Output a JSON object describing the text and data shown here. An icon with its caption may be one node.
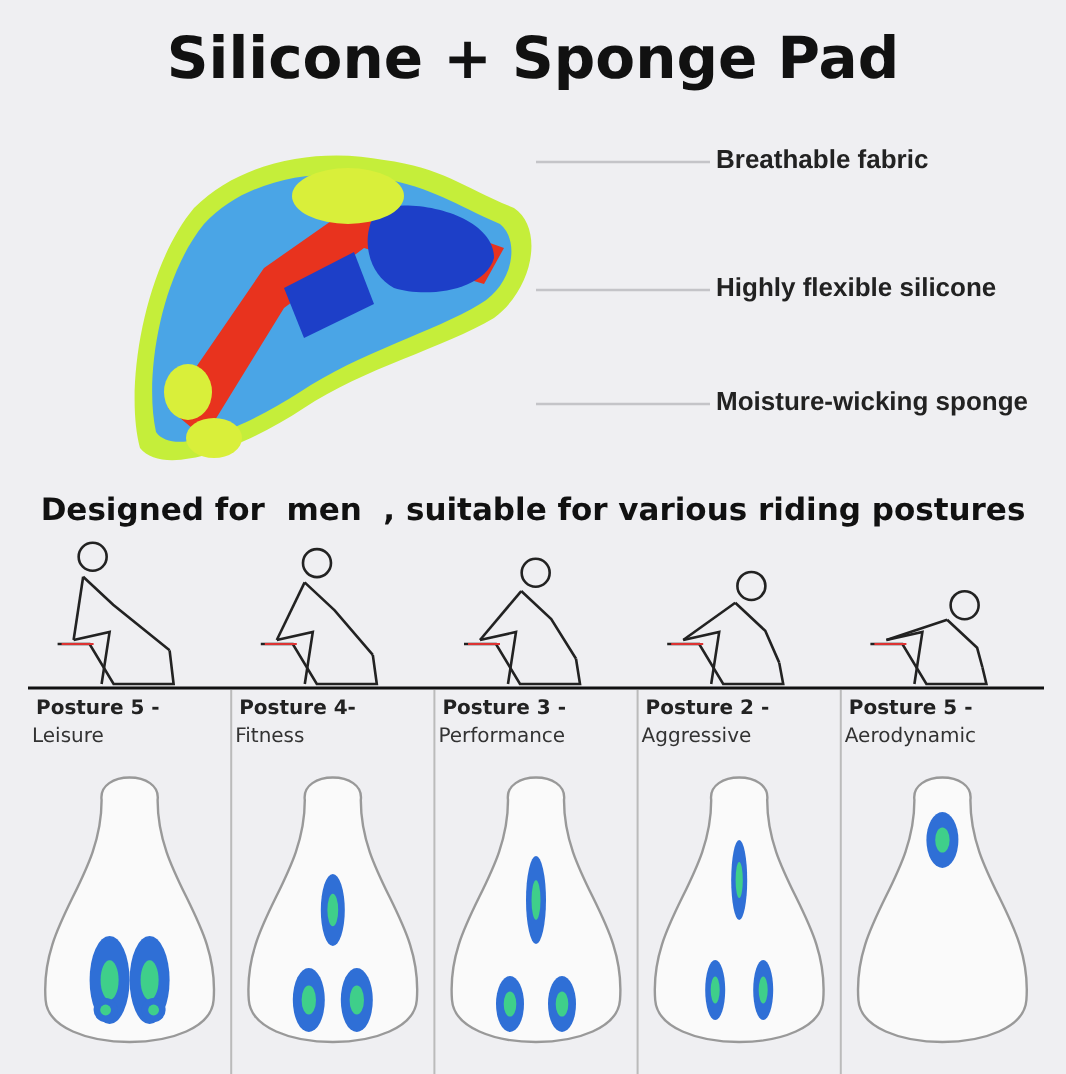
{
  "diagram": {
    "title": "Silicone + Sponge Pad",
    "nodes": [
      {
        "text": [
          "Breathable fabric"
        ]
      },
      {
        "text": [
          "Highly flexible silicone"
        ]
      },
      {
        "text": [
          "Moisture-wicking sponge"
        ]
      },
      {
        "text": [],
        "shape": "picture"
      }
    ],
    "edges": [
      {
        "from": 0,
        "to": 3,
        "arrow": "none"
      },
      {
        "from": 1,
        "to": 3,
        "arrow": "none"
      },
      {
        "from": 2,
        "to": 3,
        "arrow": "none"
      }
    ],
    "labels": [
      "Designed for  men  , suitable for various riding postures",
      "Posture 5 -",
      "Leisure",
      "Posture 4-",
      "Fitness",
      "Posture 3 -",
      "Performance",
      "Posture 2 -",
      "Aggressive",
      "Posture 5 -",
      "Aerodynamic"
    ]
  }
}
